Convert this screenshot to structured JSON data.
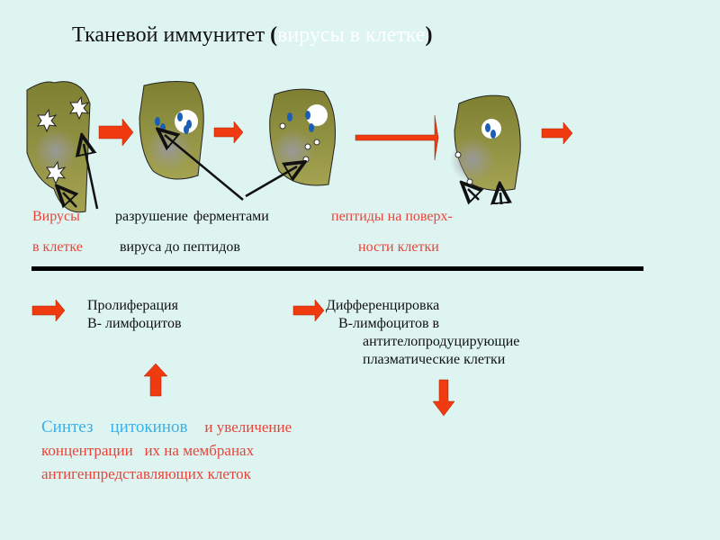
{
  "title": {
    "main": "Тканевой иммунитет",
    "open": "(",
    "sub": "вирусы в клетке",
    "close": ")"
  },
  "labels": {
    "viruses_1": "Вирусы",
    "viruses_2": "в клетке",
    "destruction_1": "разрушение  ферментами",
    "destruction_2": "вируса до пептидов",
    "peptides_1": "пептиды на поверх-",
    "peptides_2": "ности клетки"
  },
  "proliferation": {
    "line1": "Пролиферация",
    "line2": "В- лимфоцитов"
  },
  "differentiation": {
    "line1": "Дифференцировка",
    "line2": "В-лимфоцитов в",
    "line3": "антителопродуцирующие",
    "line4": "плазматические клетки"
  },
  "synthesis": {
    "w1": "Синтез",
    "w2": "цитокинов",
    "w3": "и увеличение",
    "line2": "концентрации   их на мембранах",
    "line3": "антигенпредставляющих клеток"
  },
  "colors": {
    "background": "#ddf4f1",
    "cell": "#8f8f3a",
    "arrow": "#f03a10",
    "red_text": "#e8443a",
    "cyan_text": "#3ab0e8"
  }
}
